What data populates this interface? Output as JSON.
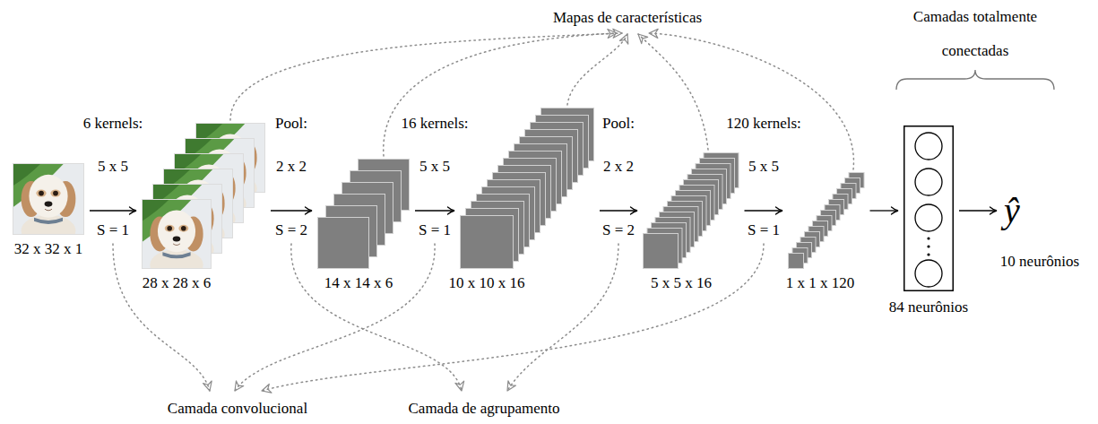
{
  "diagram": {
    "nodes": [
      {
        "text": [
          "32 x 32 x 1"
        ]
      },
      {
        "text": [
          "28 x 28 x 6"
        ]
      },
      {
        "text": [
          "14 x 14 x 6"
        ]
      },
      {
        "text": [
          "10 x 10 x 16"
        ]
      },
      {
        "text": [
          "5 x 5 x 16"
        ]
      },
      {
        "text": [
          "1 x 1 x 120"
        ]
      },
      {
        "text": [
          "84 neurônios"
        ]
      },
      {
        "text": [
          "ŷ"
        ]
      }
    ],
    "edges": [
      {
        "from": 0,
        "to": 1,
        "arrow": "to"
      },
      {
        "from": 1,
        "to": 2,
        "arrow": "to"
      },
      {
        "from": 2,
        "to": 3,
        "arrow": "to"
      },
      {
        "from": 3,
        "to": 4,
        "arrow": "to"
      },
      {
        "from": 4,
        "to": 5,
        "arrow": "to"
      },
      {
        "from": 5,
        "to": 6,
        "arrow": "to"
      },
      {
        "from": 6,
        "to": 7,
        "arrow": "to"
      }
    ],
    "labels": [
      "Mapas de características",
      "Camadas totalmente conectadas",
      "6 kernels:",
      "5 x 5",
      "S = 1",
      "Pool:",
      "2 x 2",
      "S = 2",
      "16 kernels:",
      "5 x 5",
      "S = 1",
      "Pool:",
      "2 x 2",
      "S = 2",
      "120 kernels:",
      "5 x 5",
      "S = 1",
      "10 neurônios",
      "Camada convolucional",
      "Camada de agrupamento"
    ]
  }
}
